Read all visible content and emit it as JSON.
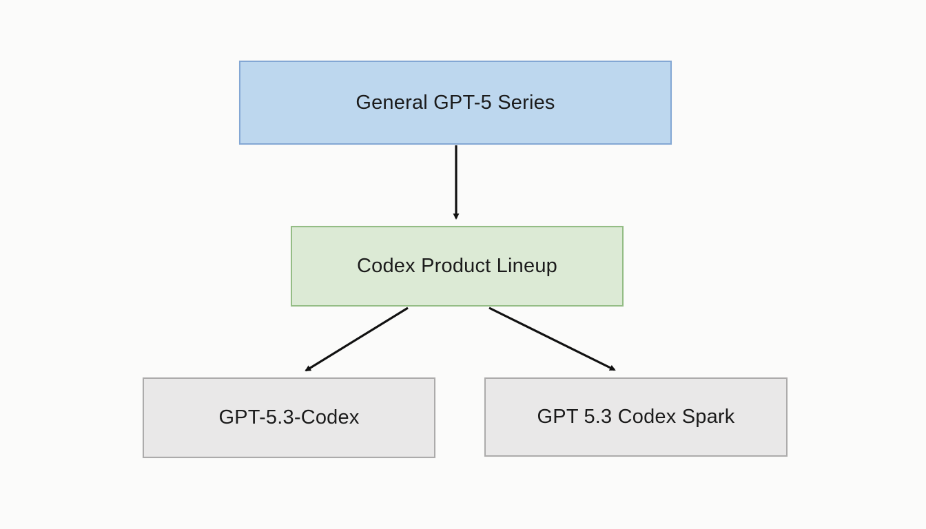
{
  "diagram": {
    "title": "GPT-5 Codex lineage flowchart",
    "background_color": "#fbfbfa",
    "arrow_color": "#111111",
    "text_color": "#1b1b1b",
    "nodes": [
      {
        "id": "general-gpt5-series",
        "label": "General GPT-5 Series",
        "fill": "#bdd7ee",
        "border": "#83a7d4",
        "level": 1
      },
      {
        "id": "codex-product-lineup",
        "label": "Codex Product Lineup",
        "fill": "#dcead5",
        "border": "#94bd85",
        "level": 2
      },
      {
        "id": "gpt-5-3-codex",
        "label": "GPT-5.3-Codex",
        "fill": "#e9e8e8",
        "border": "#acabab",
        "level": 3
      },
      {
        "id": "gpt-5-3-codex-spark",
        "label": "GPT 5.3 Codex Spark",
        "fill": "#e9e8e8",
        "border": "#acabab",
        "level": 3
      }
    ],
    "edges": [
      {
        "from": "general-gpt5-series",
        "to": "codex-product-lineup"
      },
      {
        "from": "codex-product-lineup",
        "to": "gpt-5-3-codex"
      },
      {
        "from": "codex-product-lineup",
        "to": "gpt-5-3-codex-spark"
      }
    ]
  }
}
